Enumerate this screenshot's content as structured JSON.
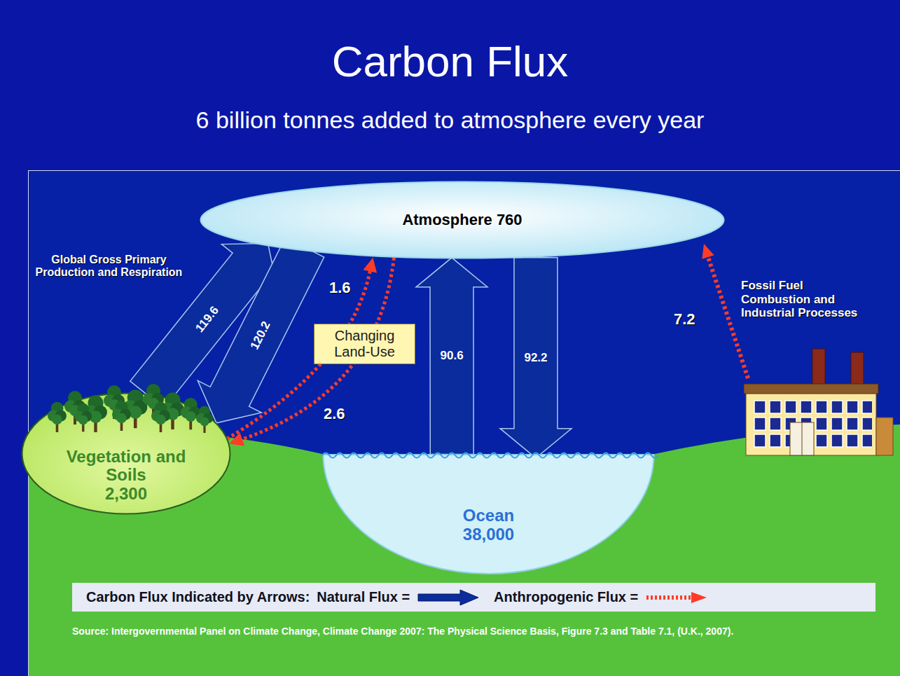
{
  "diagram": {
    "title": "Carbon Flux",
    "caption": "Source: Intergovernmental Panel on Climate Change, Climate Change 2007: The Physical Science Basis, Figure 7.3 and Table 7.1, (U.K., 2007).",
    "nodes": [
      {
        "text": [
          "Atmosphere 760"
        ]
      },
      {
        "text": [
          "Vegetation and Soils",
          "2,300"
        ]
      },
      {
        "text": [
          "Changing Land-Use"
        ]
      },
      {
        "text": [
          "Ocean",
          "38,000"
        ]
      }
    ],
    "edges": [
      {
        "from": 1,
        "to": 0,
        "label": "119.6",
        "arrow": "to"
      },
      {
        "from": 0,
        "to": 1,
        "label": "120.2",
        "arrow": "to"
      },
      {
        "from": 1,
        "to": 0,
        "label": "1.6",
        "arrow": "to"
      },
      {
        "from": 0,
        "to": 1,
        "label": "2.6",
        "arrow": "to"
      },
      {
        "from": 3,
        "to": 0,
        "label": "90.6",
        "arrow": "to"
      },
      {
        "from": 0,
        "to": 3,
        "label": "92.2",
        "arrow": "to"
      }
    ],
    "labels": [
      "6 billion tonnes added to atmosphere every year",
      "Global Gross Primary Production and Respiration",
      "7.2",
      "Fossil Fuel Combustion and Industrial Processes",
      "Carbon Flux Indicated by Arrows:"
    ],
    "legend": [
      {
        "text": "Natural Flux ="
      },
      {
        "text": "Anthropogenic Flux ="
      }
    ]
  }
}
